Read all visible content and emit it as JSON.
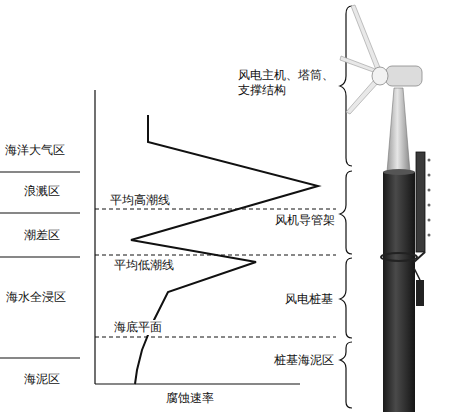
{
  "diagram": {
    "labels": [
      "海洋大气区",
      "浪溅区",
      "潮差区",
      "海水全浸区",
      "海泥区",
      "平均高潮线",
      "平均低潮线",
      "海底平面",
      "腐蚀速率",
      "风电主机、塔筒、支撑结构",
      "风机导管架",
      "风电桩基",
      "桩基海泥区"
    ]
  }
}
